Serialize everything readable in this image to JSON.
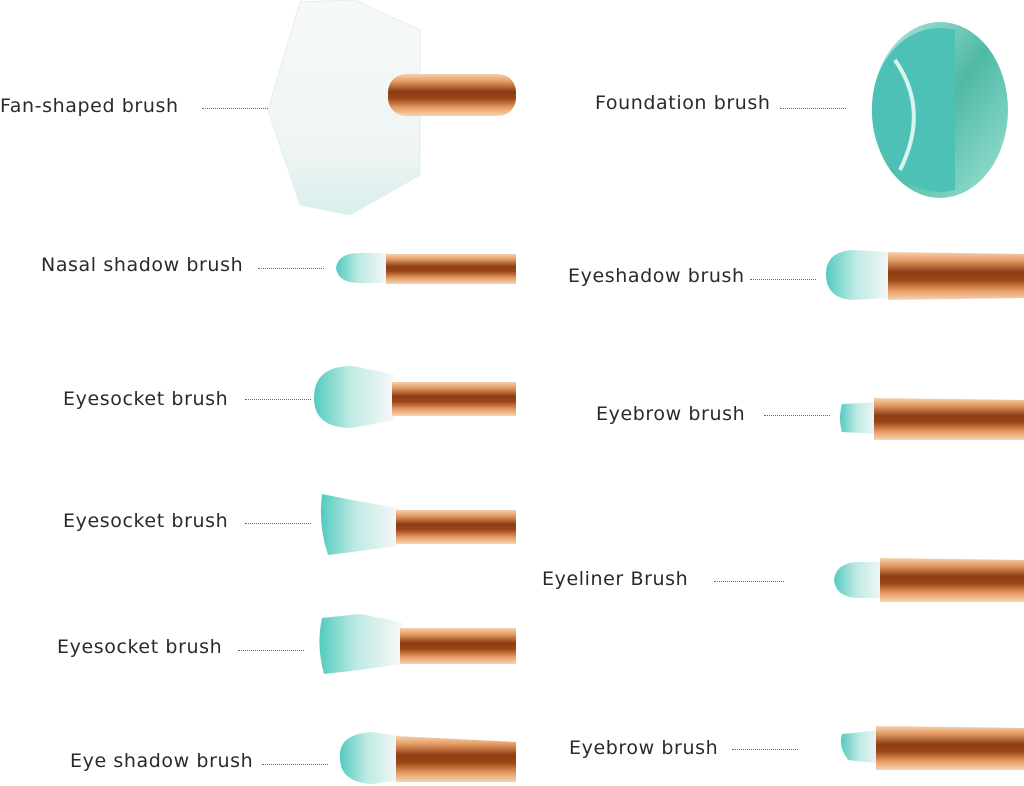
{
  "labels": {
    "fan": "Fan-shaped brush",
    "nasal": "Nasal shadow brush",
    "socket1": "Eyesocket brush",
    "socket2": "Eyesocket brush",
    "socket3": "Eyesocket brush",
    "eyeshadow_left": "Eye shadow brush",
    "foundation": "Foundation brush",
    "eyeshadow_right": "Eyeshadow brush",
    "eyebrow1": "Eyebrow brush",
    "eyeliner": "Eyeliner Brush",
    "eyebrow2": "Eyebrow brush"
  },
  "colors": {
    "bristle_white": "#f4f6f5",
    "bristle_teal": "#5fd3c6",
    "handle_copper": "#c8733a",
    "handle_dark": "#8a3a12",
    "handle_light": "#f3c9a0",
    "ferrule_mint": "#7fd0c2"
  }
}
